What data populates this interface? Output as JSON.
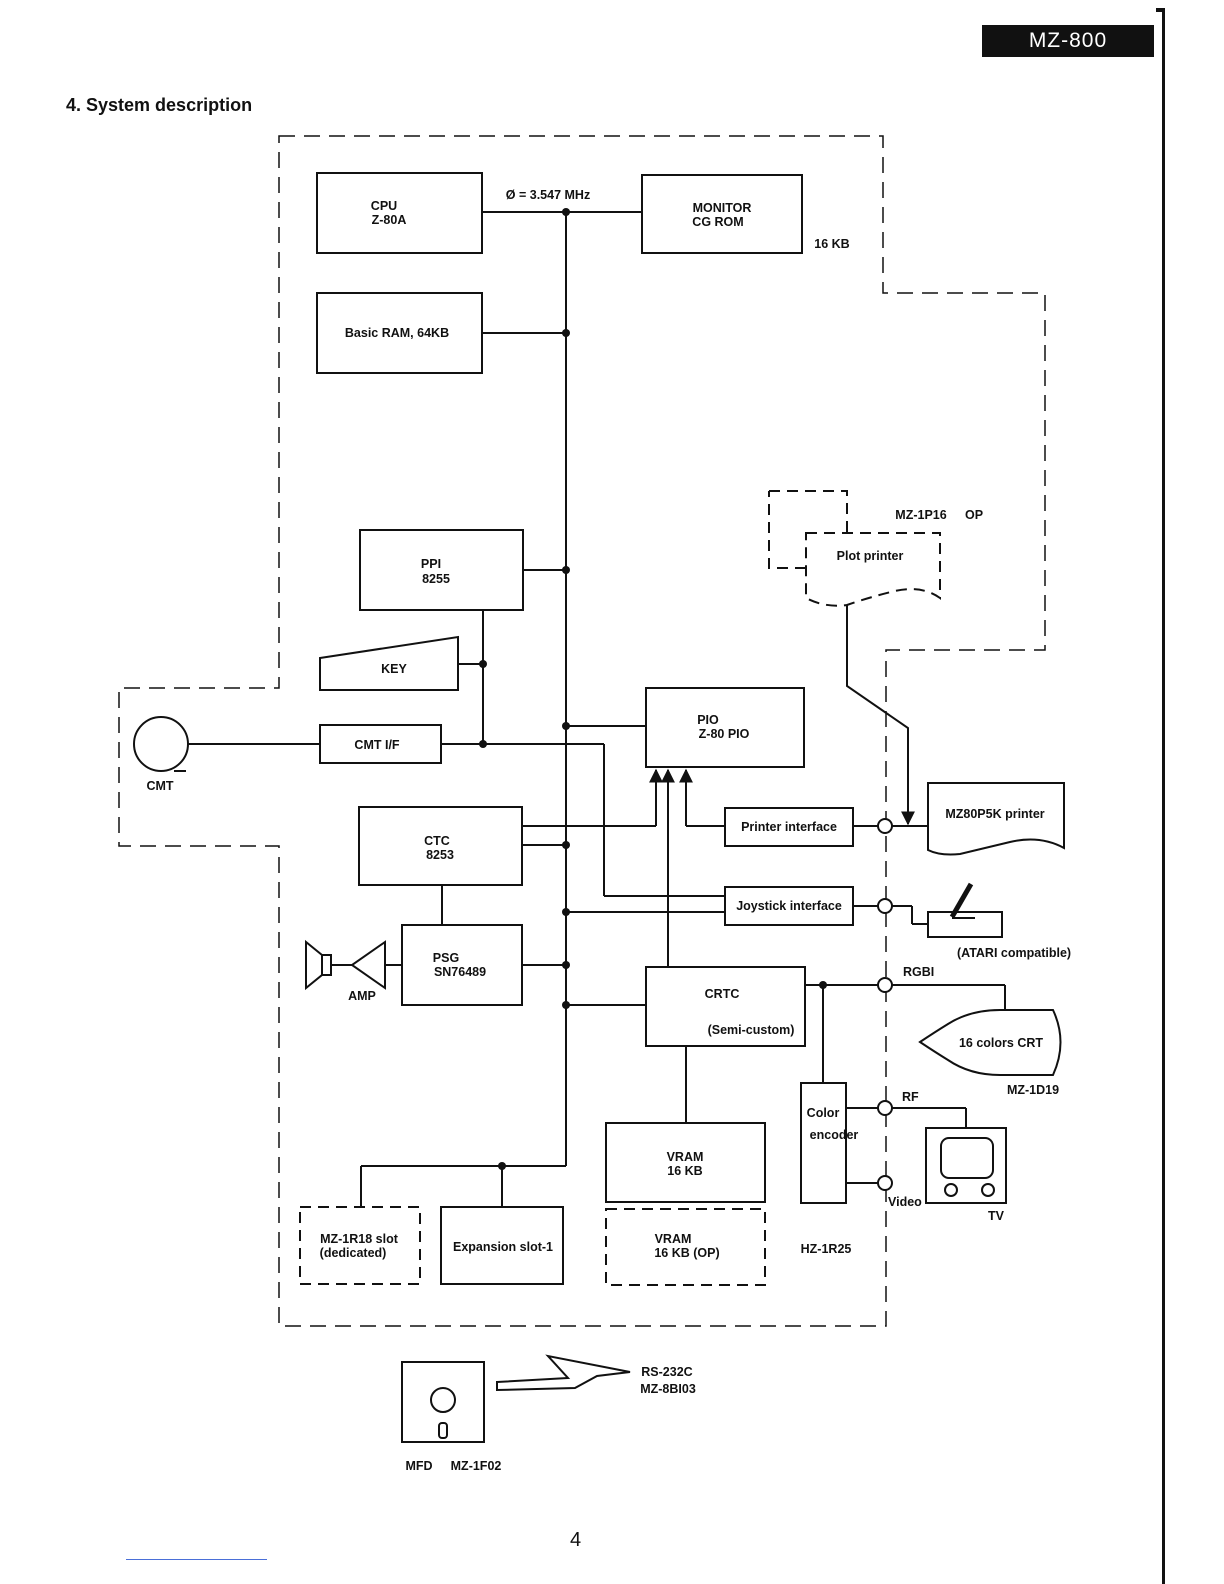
{
  "header": {
    "model": "MZ-800",
    "section_title": "4. System description"
  },
  "footer": {
    "page_number": "4"
  },
  "diagram": {
    "blocks": {
      "cpu": [
        "CPU",
        "Z-80A"
      ],
      "monitor_rom": [
        "MONITOR",
        "CG ROM"
      ],
      "basic_ram": "Basic RAM, 64KB",
      "ppi": [
        "PPI",
        "8255"
      ],
      "key": "KEY",
      "cmt_if": "CMT I/F",
      "pio": [
        "PIO",
        "Z-80 PIO"
      ],
      "ctc": [
        "CTC",
        "8253"
      ],
      "psg": [
        "PSG",
        "SN76489"
      ],
      "crtc": [
        "CRTC",
        "(Semi-custom)"
      ],
      "printer_interface": "Printer interface",
      "joystick_interface": "Joystick interface",
      "color_encoder": [
        "Color",
        "encoder"
      ],
      "vram": [
        "VRAM",
        "16 KB"
      ],
      "vram_op": [
        "VRAM",
        "16 KB (OP)"
      ],
      "mz1r18_slot": [
        "MZ-1R18 slot",
        "(dedicated)"
      ],
      "expansion_slot": "Expansion slot-1"
    },
    "labels": {
      "clock": "Ø = 3.547 MHz",
      "rom_size": "16 KB",
      "plot_printer": "Plot printer",
      "plot_printer_model": "MZ-1P16",
      "plot_printer_op": "OP",
      "mz80p5k_printer": "MZ80P5K printer",
      "atari": "(ATARI compatible)",
      "rgbi": "RGBI",
      "crt": "16 colors CRT",
      "crt_model": "MZ-1D19",
      "rf": "RF",
      "video": "Video",
      "tv": "TV",
      "cmt": "CMT",
      "amp": "AMP",
      "hz1r25": "HZ-1R25",
      "rs232c": "RS-232C",
      "rs232c_model": "MZ-8BI03",
      "mfd": "MFD",
      "mfd_model": "MZ-1F02"
    }
  }
}
